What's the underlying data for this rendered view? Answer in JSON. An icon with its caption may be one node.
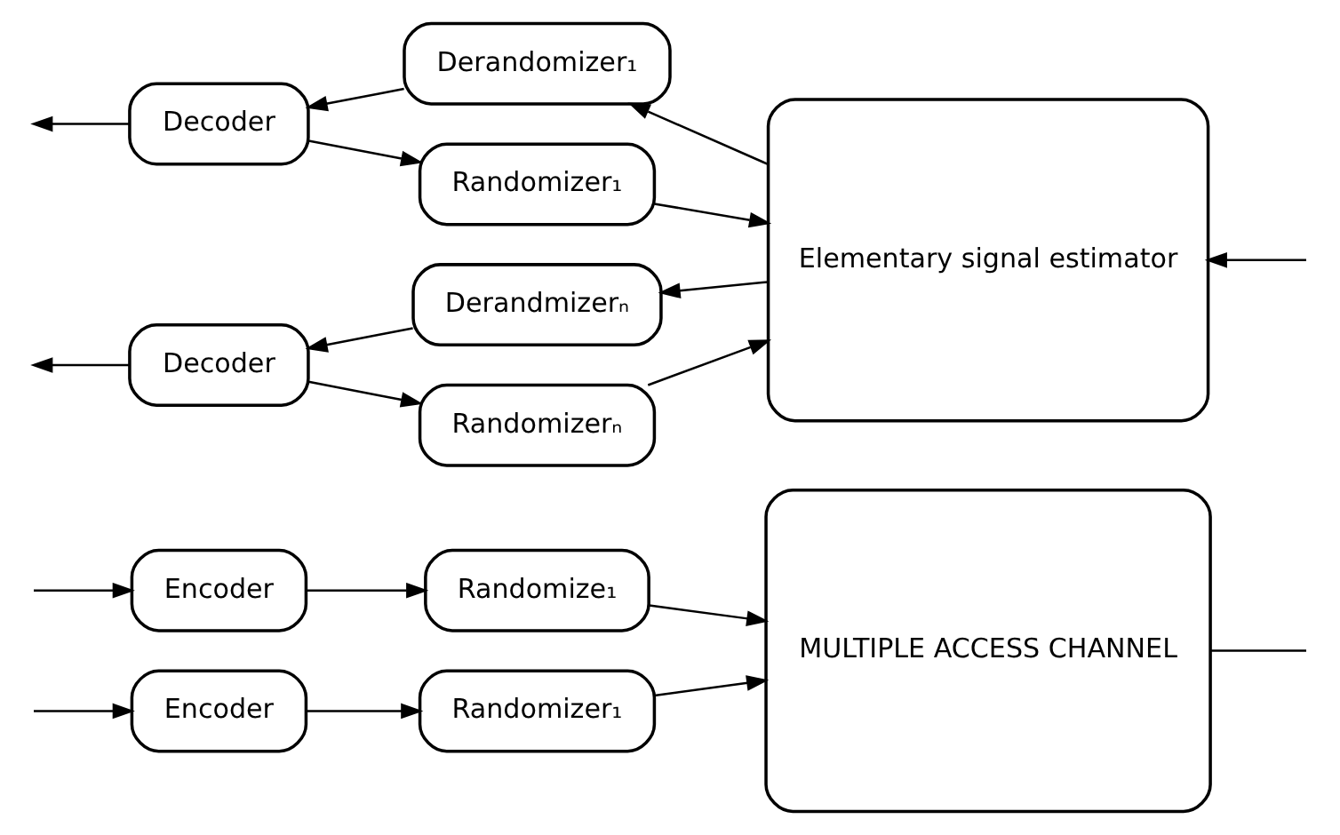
{
  "diagram": {
    "nodes": [
      {
        "text": [
          "Encoder"
        ]
      },
      {
        "text": [
          "Randomizer₁"
        ]
      },
      {
        "text": [
          "MULTIPLE ACCESS CHANNEL"
        ]
      },
      {
        "text": [
          "Encoder"
        ]
      },
      {
        "text": [
          "Randomize₁"
        ]
      },
      {
        "text": [
          "Derandomizer₁"
        ]
      },
      {
        "text": [
          "Decoder"
        ]
      },
      {
        "text": [
          "Randomizer₁"
        ]
      },
      {
        "text": [
          "Elementary signal estimator"
        ]
      },
      {
        "text": [
          "Derandmizerₙ"
        ]
      },
      {
        "text": [
          "Decoder"
        ]
      },
      {
        "text": [
          "Randomizerₙ"
        ]
      }
    ],
    "edges": [
      {
        "from": null,
        "to": 0,
        "arrow": "to"
      },
      {
        "from": 0,
        "to": 1,
        "arrow": "to"
      },
      {
        "from": 1,
        "to": 2,
        "arrow": "to"
      },
      {
        "from": null,
        "to": 3,
        "arrow": "to"
      },
      {
        "from": 3,
        "to": 4,
        "arrow": "to"
      },
      {
        "from": 4,
        "to": 2,
        "arrow": "to"
      },
      {
        "from": 2,
        "to": null,
        "arrow": "none"
      },
      {
        "from": 8,
        "to": 5,
        "arrow": "to"
      },
      {
        "from": 5,
        "to": 6,
        "arrow": "to"
      },
      {
        "from": 6,
        "to": null,
        "arrow": "to"
      },
      {
        "from": 6,
        "to": 7,
        "arrow": "to"
      },
      {
        "from": 7,
        "to": 8,
        "arrow": "to"
      },
      {
        "from": null,
        "to": 8,
        "arrow": "to"
      },
      {
        "from": 8,
        "to": 9,
        "arrow": "to"
      },
      {
        "from": 9,
        "to": 10,
        "arrow": "to"
      },
      {
        "from": 10,
        "to": null,
        "arrow": "to"
      },
      {
        "from": 10,
        "to": 11,
        "arrow": "to"
      },
      {
        "from": 11,
        "to": 8,
        "arrow": "to"
      }
    ]
  }
}
